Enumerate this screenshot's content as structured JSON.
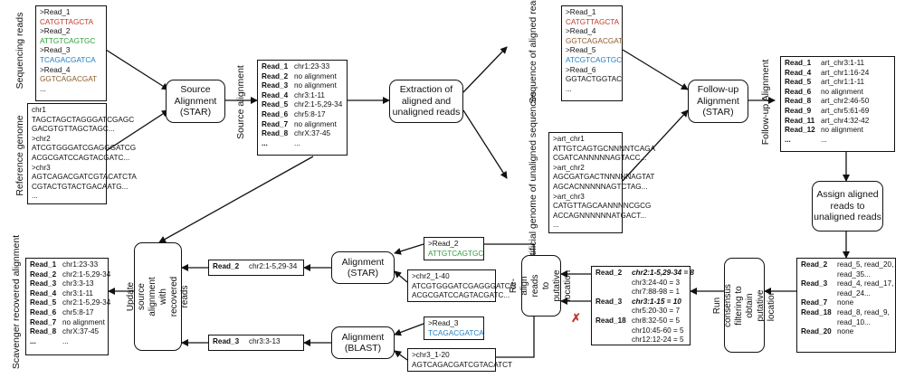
{
  "labels": {
    "sequencing_reads": "Sequencing reads",
    "reference_genome": "Reference genome",
    "source_alignment_step": "Source\nAlignment\n(STAR)",
    "source_alignment_label": "Source alignment",
    "extraction_step": "Extraction of\naligned and\nunaligned reads",
    "sequence_aligned_reads": "Sequence\nof aligned reads",
    "artificial_genome": "Artificial genome of\nunaligned sequences",
    "followup_step": "Follow-up\nAlignment\n(STAR)",
    "followup_label": "Follow-up Alignment",
    "assign_step": "Assign aligned\nreads to\nunaligned reads",
    "consensus_step": "Run consensus\nfiltering to obtain\nputative location",
    "realign_step": "Re-align reads to\nputative location",
    "alignment_star": "Alignment\n(STAR)",
    "alignment_blast": "Alignment\n(BLAST)",
    "update_step": "Update source\nalignment with\nrecovered reads",
    "scavenger_label": "Scavenger\nrecovered alignment"
  },
  "reads": [
    {
      "name": ">Read_1",
      "seq": "CATGTTAGCTA",
      "color": "#c0392b"
    },
    {
      "name": ">Read_2",
      "seq": "ATTGTCAGTGC",
      "color": "#2e9e3e"
    },
    {
      "name": ">Read_3",
      "seq": "TCAGACGATCA",
      "color": "#1f7fc4"
    },
    {
      "name": ">Read_4",
      "seq": "GGTCAGACGAT",
      "color": "#8a5a2b"
    },
    {
      "name": "...",
      "seq": "",
      "color": "#111111"
    }
  ],
  "reference": [
    "chr1",
    "TAGCTAGCTAGGGATCGAGC",
    "GACGTGTTAGCTAGC...",
    ">chr2",
    "ATCGTGGGATCGAGGGATCG",
    "ACGCGATCCAGTACGATC...",
    ">chr3",
    "AGTCAGACGATCGTACATCTA",
    "CGTACTGTACTGACAATG...",
    "..."
  ],
  "source_alignment": [
    [
      "Read_1",
      "chr1:23-33"
    ],
    [
      "Read_2",
      "no alignment"
    ],
    [
      "Read_3",
      "no alignment"
    ],
    [
      "Read_4",
      "chr3:1-11"
    ],
    [
      "Read_5",
      "chr2:1-5,29-34"
    ],
    [
      "Read_6",
      "chr5:8-17"
    ],
    [
      "Read_7",
      "no alignment"
    ],
    [
      "Read_8",
      "chrX:37-45"
    ],
    [
      "...",
      "..."
    ]
  ],
  "aligned_reads": [
    {
      "name": ">Read_1",
      "seq": "CATGTTAGCTA",
      "color": "#c0392b"
    },
    {
      "name": ">Read_4",
      "seq": "GGTCAGACGAT",
      "color": "#8a5a2b"
    },
    {
      "name": ">Read_5",
      "seq": "ATCGTCAGTGC",
      "color": "#1f7fc4"
    },
    {
      "name": ">Read_6",
      "seq": "GGTACTGGTAC",
      "color": "#111111"
    },
    {
      "name": "...",
      "seq": "",
      "color": "#111111"
    }
  ],
  "artificial": [
    ">art_chr1",
    "ATTGTCAGTGCNNNNTCAGA",
    "CGATCANNNNNAGTACC...",
    ">art_chr2",
    "AGCGATGACTNNNNNAGTAT",
    "AGCACNNNNNAGTCTAG...",
    ">art_chr3",
    "CATGTTAGCAANNNNCGCG",
    "ACCAGNNNNNNATGACT...",
    "..."
  ],
  "followup_alignment": [
    [
      "Read_1",
      "art_chr3:1-11"
    ],
    [
      "Read_4",
      "art_chr1:16-24"
    ],
    [
      "Read_5",
      "art_chr1:1-11"
    ],
    [
      "Read_6",
      "no alignment"
    ],
    [
      "Read_8",
      "art_chr2:46-50"
    ],
    [
      "Read_9",
      "art_chr5:61-69"
    ],
    [
      "Read_11",
      "art_chr4:32-42"
    ],
    [
      "Read_12",
      "no alignment"
    ],
    [
      "...",
      "..."
    ]
  ],
  "assignments": [
    [
      "Read_2",
      "read_5, read_20,",
      "read_35..."
    ],
    [
      "Read_3",
      "read_4, read_17,",
      "read_24..."
    ],
    [
      "Read_7",
      "none",
      ""
    ],
    [
      "Read_18",
      "read_8, read_9,",
      "read_10..."
    ],
    [
      "Read_20",
      "none",
      ""
    ]
  ],
  "consensus": [
    [
      "Read_2",
      "chr2:1-5,29-34 = 8"
    ],
    [
      "",
      "chr3:24-40 = 3"
    ],
    [
      "",
      "chr7:88-98 = 1"
    ],
    [
      "Read_3",
      "chr3:1-15 = 10"
    ],
    [
      "",
      "chr5:20-30 = 7"
    ],
    [
      "Read_18",
      "chr8:32-50 = 5"
    ],
    [
      "",
      "chr10:45-60 = 5"
    ],
    [
      "",
      "chr12:12-24 = 5"
    ]
  ],
  "read2_query": {
    "name": ">Read_2",
    "seq": "ATTGTCAGTGC"
  },
  "read2_target": [
    ">chr2_1-40",
    "ATCGTGGGATCGAGGGATCG",
    "ACGCGATCCAGTACGATC..."
  ],
  "read3_query": {
    "name": ">Read_3",
    "seq": "TCAGACGATCA"
  },
  "read3_target": [
    ">chr3_1-20",
    "AGTCAGACGATCGTACATCT"
  ],
  "recovered": [
    [
      "Read_2",
      "chr2:1-5,29-34"
    ],
    [
      "Read_3",
      "chr3:3-13"
    ]
  ],
  "scavenger": [
    [
      "Read_1",
      "chr1:23-33"
    ],
    [
      "Read_2",
      "chr2:1-5,29-34"
    ],
    [
      "Read_3",
      "chr3:3-13"
    ],
    [
      "Read_4",
      "chr3:1-11"
    ],
    [
      "Read_5",
      "chr2:1-5,29-34"
    ],
    [
      "Read_6",
      "chr5:8-17"
    ],
    [
      "Read_7",
      "no alignment"
    ],
    [
      "Read_8",
      "chrX:37-45"
    ],
    [
      "...",
      "..."
    ]
  ],
  "reject_mark": "✗",
  "colors": {
    "red": "#c0392b",
    "green": "#2e9e3e",
    "blue": "#1f7fc4",
    "brown": "#8a5a2b",
    "line": "#111111"
  }
}
